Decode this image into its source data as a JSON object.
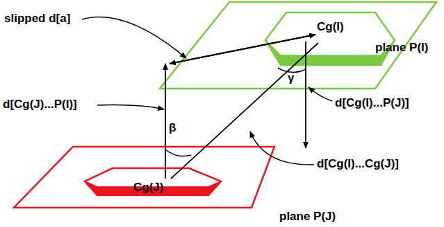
{
  "diagram": {
    "labels": [
      "slipped d[a]",
      "Cg(I)",
      "plane P(I)",
      "d[Cg(J)...P(I)]",
      "γ",
      "d[Cg(I)...P(J)]",
      "β",
      "Cg(J)",
      "d[Cg(I)...Cg(J)]",
      "plane P(J)"
    ]
  }
}
